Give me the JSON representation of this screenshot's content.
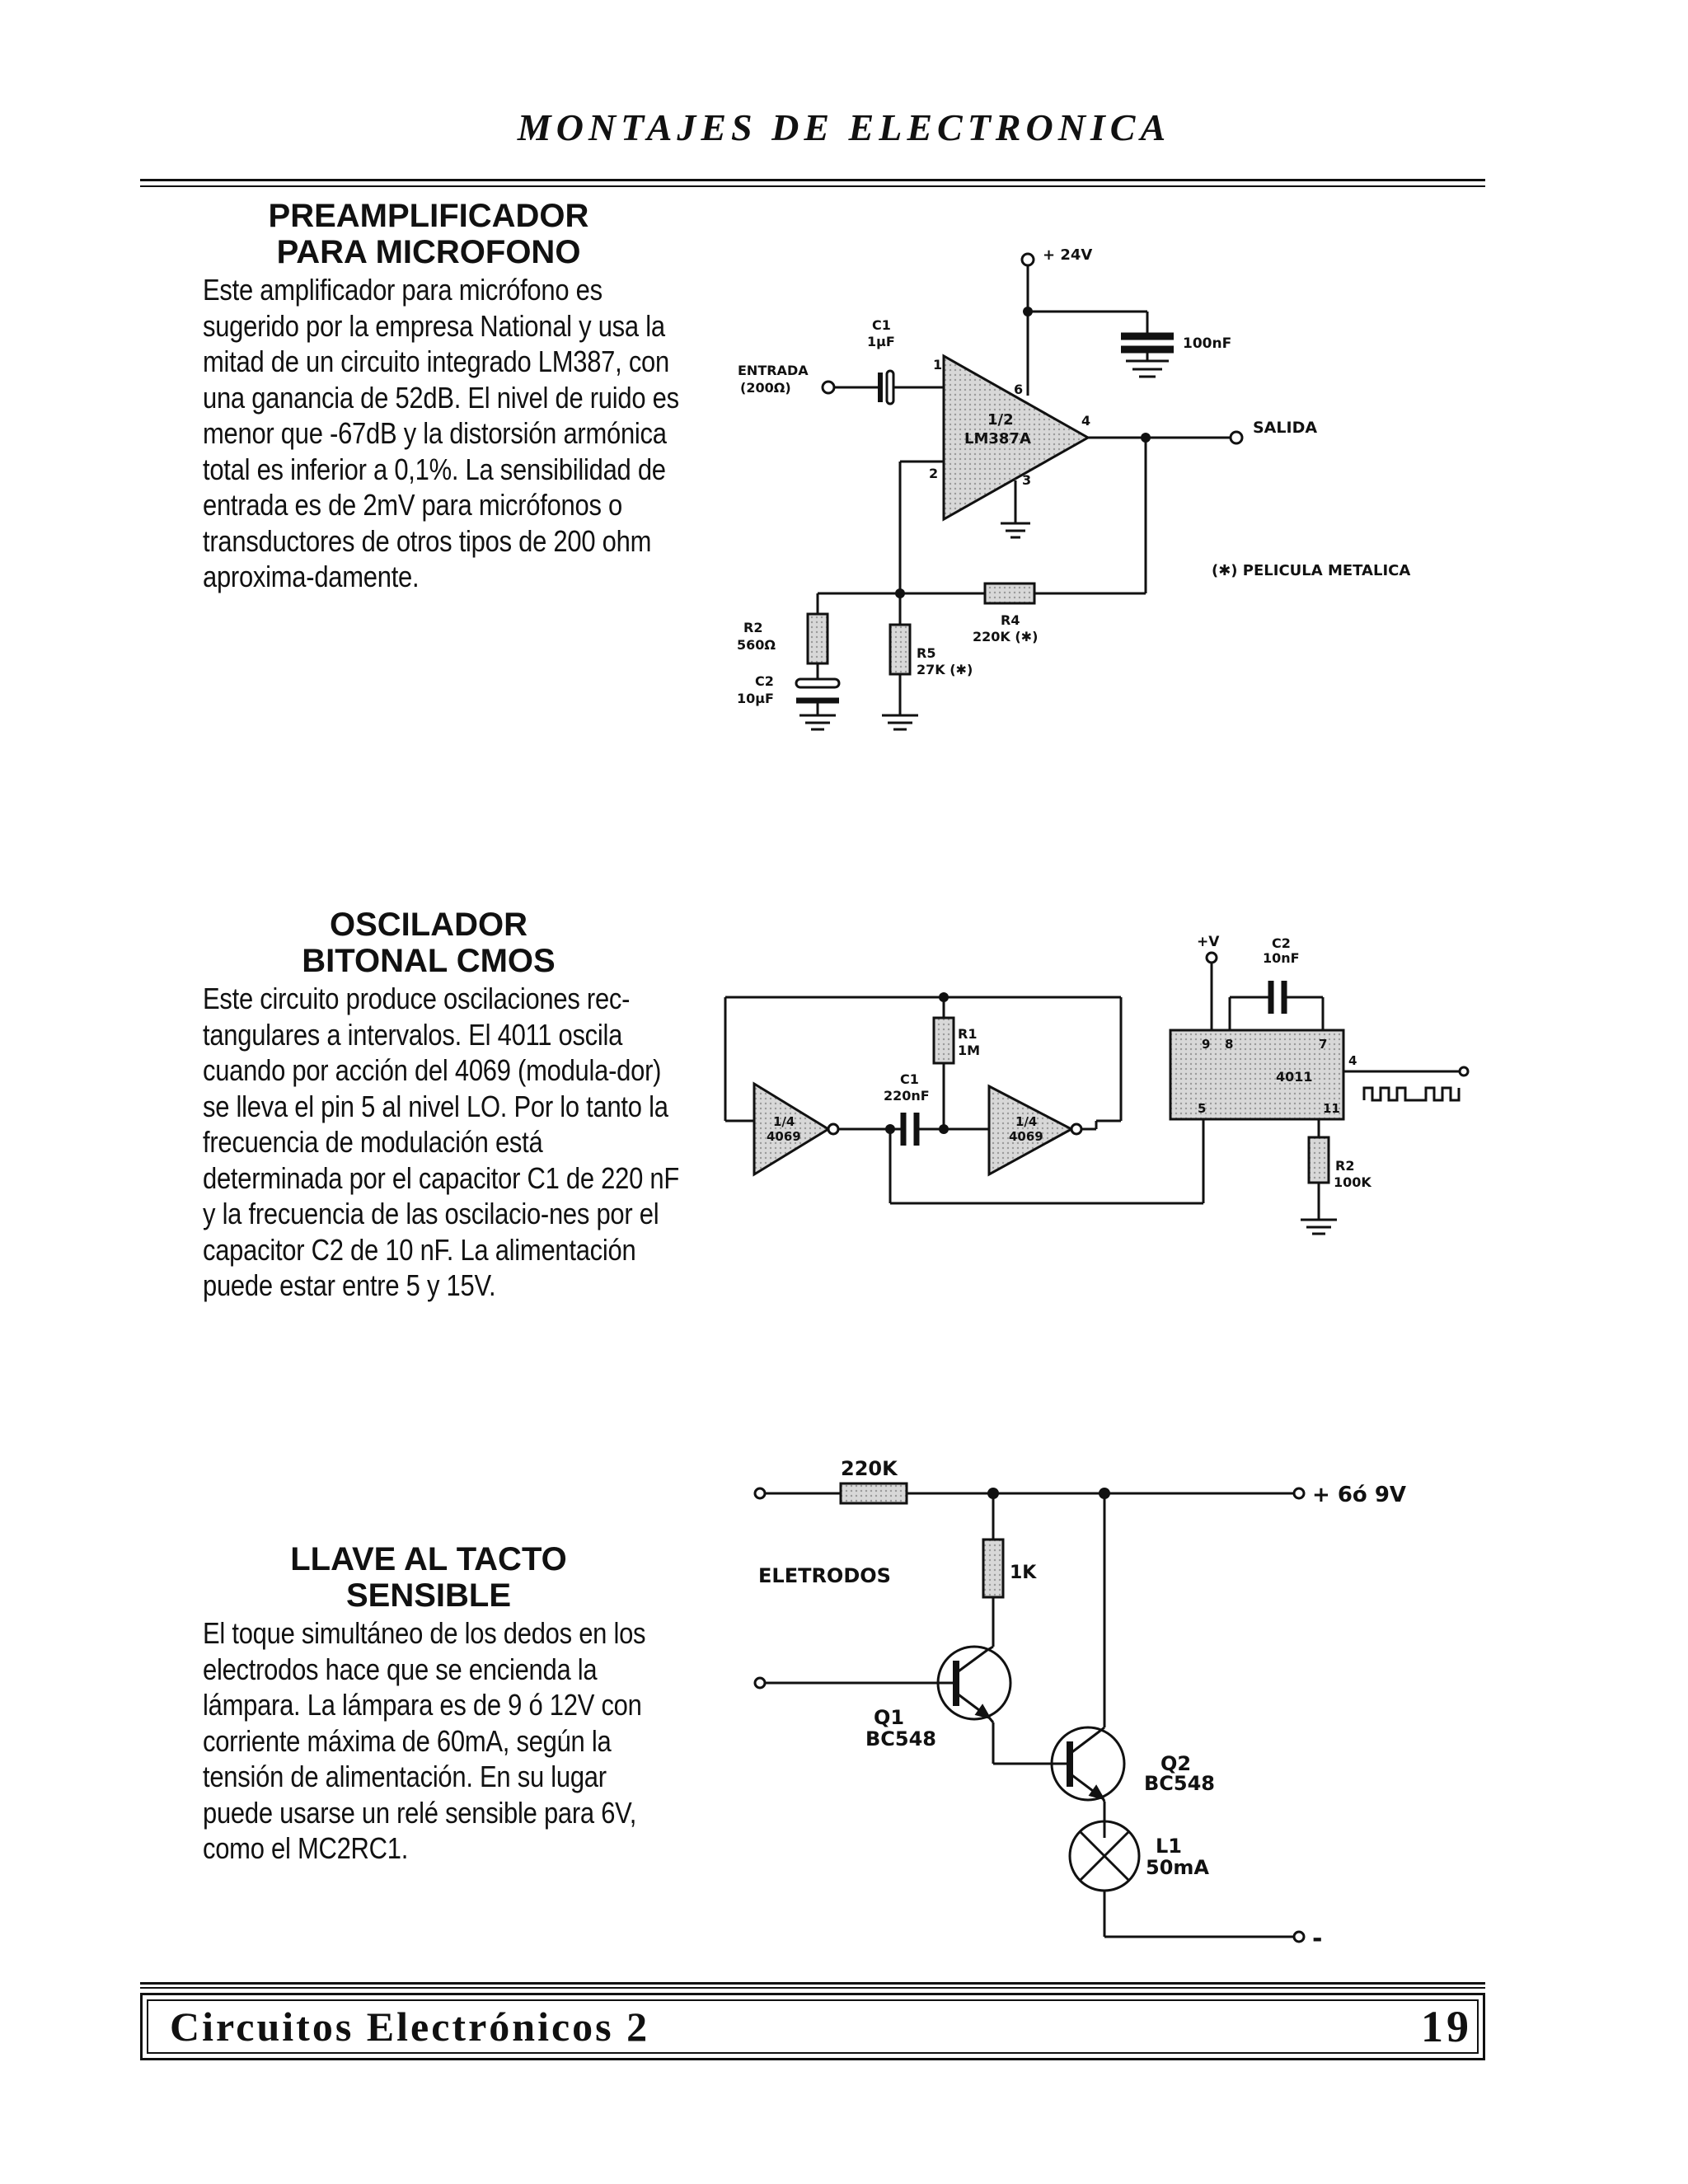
{
  "header": {
    "title": "MONTAJES DE ELECTRONICA"
  },
  "sections": [
    {
      "title_line1": "PREAMPLIFICADOR",
      "title_line2": "PARA MICROFONO",
      "body": "Este amplificador para micrófono es sugerido por la empresa National y usa la mitad de un circuito integrado LM387, con una ganancia de 52dB. El nivel de ruido es menor que -67dB y la distorsión armónica total es inferior a 0,1%. La sensibilidad de entrada es de 2mV para micrófonos o transductores de otros tipos de 200 ohm aproxima-damente."
    },
    {
      "title_line1": "OSCILADOR",
      "title_line2": "BITONAL CMOS",
      "body": "Este circuito produce oscilaciones rec-tangulares a intervalos. El 4011 oscila cuando por acción del 4069 (modula-dor) se lleva el pin 5 al nivel LO. Por lo tanto la frecuencia de modulación está determinada por el capacitor C1 de 220 nF y la frecuencia de las oscilacio-nes por el capacitor C2 de 10 nF. La alimentación puede estar entre 5 y 15V."
    },
    {
      "title_line1": "LLAVE AL TACTO",
      "title_line2": "SENSIBLE",
      "body": "El toque simultáneo de los dedos en los electrodos hace que se encienda la lámpara. La lámpara es de 9 ó 12V con corriente máxima de 60mA, según la tensión de alimentación. En su lugar puede usarse un relé sensible para 6V, como el MC2RC1."
    }
  ],
  "schematic1": {
    "vcc": "+ 24V",
    "c1_name": "C1",
    "c1_value": "1µF",
    "input_label1": "ENTRADA",
    "input_label2": "(200Ω)",
    "opamp_line1": "1/2",
    "opamp_line2": "LM387A",
    "pin1": "1",
    "pin2": "2",
    "pin3": "3",
    "pin4": "4",
    "pin6": "6",
    "cap_100n": "100nF",
    "output": "SALIDA",
    "note": "(✱) PELICULA  METALICA",
    "r4_name": "R4",
    "r4_value": "220K (✱)",
    "r2_name": "R2",
    "r2_value": "560Ω",
    "c2_name": "C2",
    "c2_value": "10µF",
    "r5_name": "R5",
    "r5_value": "27K (✱)"
  },
  "schematic2": {
    "vplus": "+V",
    "c2_name": "C2",
    "c2_value": "10nF",
    "r1_name": "R1",
    "r1_value": "1M",
    "c1_name": "C1",
    "c1_value": "220nF",
    "inv1_line1": "1/4",
    "inv1_line2": "4069",
    "inv2_line1": "1/4",
    "inv2_line2": "4069",
    "ic": "4011",
    "pin9": "9",
    "pin8": "8",
    "pin7": "7",
    "pin4": "4",
    "pin5": "5",
    "pin11": "11",
    "r2_name": "R2",
    "r2_value": "100K"
  },
  "schematic3": {
    "r_top": "220K",
    "supply": "+ 6ó  9V",
    "electrodes": "ELETRODOS",
    "r_1k": "1K",
    "q1_name": "Q1",
    "q1_type": "BC548",
    "q2_name": "Q2",
    "q2_type": "BC548",
    "l1_name": "L1",
    "l1_value": "50mA",
    "minus": "-"
  },
  "footer": {
    "title": "Circuitos Electrónicos 2",
    "page": "19"
  }
}
